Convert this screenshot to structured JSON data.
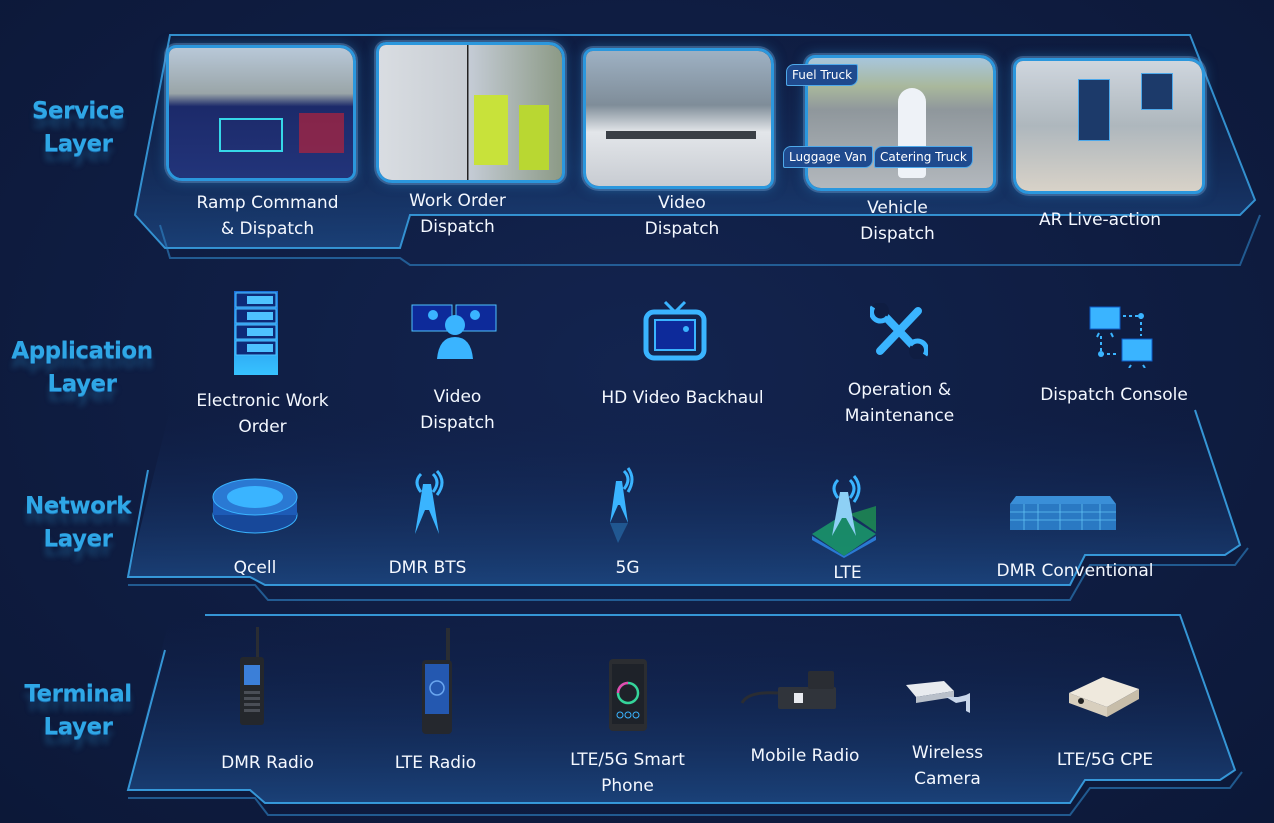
{
  "layers": {
    "service": {
      "label": "Service\nLayer",
      "items": [
        {
          "label": "Ramp Command\n& Dispatch"
        },
        {
          "label": "Work Order\nDispatch"
        },
        {
          "label": "Video\nDispatch"
        },
        {
          "label": "Vehicle\nDispatch",
          "tags": [
            "Fuel Truck",
            "Luggage Van",
            "Catering Truck"
          ]
        },
        {
          "label": "AR Live-action"
        }
      ]
    },
    "application": {
      "label": "Application\nLayer",
      "items": [
        {
          "label": "Electronic Work\nOrder",
          "icon": "server-rack-icon"
        },
        {
          "label": "Video\nDispatch",
          "icon": "video-conference-icon"
        },
        {
          "label": "HD Video Backhaul",
          "icon": "tv-icon"
        },
        {
          "label": "Operation &\nMaintenance",
          "icon": "tools-icon"
        },
        {
          "label": "Dispatch Console",
          "icon": "networked-monitors-icon"
        }
      ]
    },
    "network": {
      "label": "Network\nLayer",
      "items": [
        {
          "label": "Qcell",
          "icon": "qcell-device-icon"
        },
        {
          "label": "DMR BTS",
          "icon": "radio-tower-icon"
        },
        {
          "label": "5G",
          "icon": "radio-tower-icon"
        },
        {
          "label": "LTE",
          "icon": "lte-tower-icon"
        },
        {
          "label": "DMR Conventional",
          "icon": "repeater-box-icon"
        }
      ]
    },
    "terminal": {
      "label": "Terminal\nLayer",
      "items": [
        {
          "label": "DMR Radio",
          "icon": "dmr-radio-icon"
        },
        {
          "label": "LTE Radio",
          "icon": "lte-radio-icon"
        },
        {
          "label": "LTE/5G Smart\nPhone",
          "icon": "smartphone-icon"
        },
        {
          "label": "Mobile Radio",
          "icon": "mobile-radio-icon"
        },
        {
          "label": "Wireless\nCamera",
          "icon": "camera-icon"
        },
        {
          "label": "LTE/5G  CPE",
          "icon": "cpe-icon"
        }
      ]
    }
  },
  "colors": {
    "background": "#0f1d42",
    "accent": "#2b97dd",
    "layer_label": "#2fa7e6",
    "text": "#f4f8ff"
  }
}
